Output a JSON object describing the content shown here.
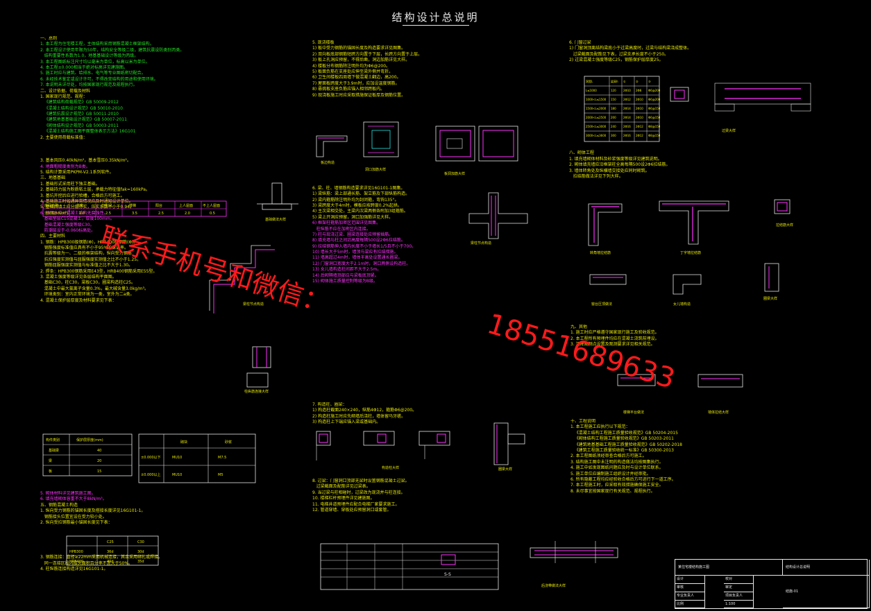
{
  "drawing": {
    "title": "结构设计总说明",
    "watermark_line1": "联系手机号和微信：",
    "watermark_line2": "18551689633"
  },
  "colors": {
    "background": "#000000",
    "text_yellow": "#e8e800",
    "text_green": "#22e022",
    "text_magenta": "#ff30ff",
    "line_cyan": "#28e8e8",
    "watermark_red": "#ff1a1a"
  },
  "columns": {
    "left": [
      {
        "t": "一、总则",
        "c": "y"
      },
      {
        "t": "1. 本工程为住宅楼工程，主体结构采用钢筋混凝土框架结构。",
        "c": "g"
      },
      {
        "t": "2. 本工程设计使用年限为50年，结构安全等级二级，建筑抗震设防类别丙类。",
        "c": "g"
      },
      {
        "t": "   结构重要性系数为1.0，地基基础设计等级为丙级。",
        "c": "g"
      },
      {
        "t": "3. 本工程图纸标注尺寸均以毫米为单位，标高以米为单位。",
        "c": "g"
      },
      {
        "t": "4. 本工程±0.000相当于绝对标高详见建施图。",
        "c": "g"
      },
      {
        "t": "5. 施工时应与建筑、给排水、电气等专业图纸密切配合。",
        "c": "g"
      },
      {
        "t": "6. 未经技术鉴定或设计许可，不得改变结构的用途和使用环境。",
        "c": "g"
      },
      {
        "t": "7. 本说明未详尽处，均按国家现行规范及规程执行。",
        "c": "g"
      },
      {
        "t": "二、设计依据、荷载及材料",
        "c": "y"
      },
      {
        "t": "1. 国家现行规范、规程：",
        "c": "y"
      },
      {
        "t": "   《建筑结构荷载规范》GB 50009-2012",
        "c": "g"
      },
      {
        "t": "   《混凝土结构设计规范》GB 50010-2010",
        "c": "g"
      },
      {
        "t": "   《建筑抗震设计规范》GB 50011-2010",
        "c": "g"
      },
      {
        "t": "   《建筑地基基础设计规范》GB 50007-2011",
        "c": "g"
      },
      {
        "t": "   《砌体结构设计规范》GB 50003-2011",
        "c": "g"
      },
      {
        "t": "   《混凝土结构施工图平面整体表示方法》16G101",
        "c": "g"
      },
      {
        "t": "2. 主要使用荷载标准值：",
        "c": "y"
      },
      {
        "t": "",
        "c": "y"
      },
      {
        "t": "",
        "c": "y"
      },
      {
        "t": "",
        "c": "y"
      },
      {
        "t": "3. 基本风压0.40kN/m²，基本雪压0.35kN/m²。",
        "c": "y"
      },
      {
        "t": "4. 地面粗糙度类别为B类。",
        "c": "m"
      },
      {
        "t": "5. 结构计算采用PKPM-V2.1系列软件。",
        "c": "y"
      },
      {
        "t": "三、地基基础",
        "c": "y"
      },
      {
        "t": "1. 基础形式采用柱下独立基础。",
        "c": "y"
      },
      {
        "t": "2. 基础持力层为粉质粘土层，承载力特征值fak=160kPa。",
        "c": "y"
      },
      {
        "t": "3. 基坑开挖后应进行验槽，合格后方可施工。",
        "c": "y"
      },
      {
        "t": "4. 基础施工时如遇异常情况应及时通知设计单位。",
        "c": "y"
      },
      {
        "t": "5. 基础回填土应分层夯实，压实系数不小于0.94。",
        "c": "y"
      },
      {
        "t": "6. 地下水位对混凝土结构无腐蚀性。",
        "c": "m"
      },
      {
        "t": "   基础垫层C15混凝土，厚度100mm。",
        "c": "m"
      },
      {
        "t": "   基础混凝土强度等级C30。",
        "c": "m"
      },
      {
        "t": "   防潮层设于-0.060标高处。",
        "c": "m"
      },
      {
        "t": "四、主要材料",
        "c": "y"
      },
      {
        "t": "1. 钢筋：HPB300级钢筋(Φ)，HRB400级钢筋(Φ)。",
        "c": "y"
      },
      {
        "t": "   钢筋强度标准值应具有不小于95%的保证率。",
        "c": "y"
      },
      {
        "t": "   抗震等级为一、二级的框架结构，纵向受力钢筋",
        "c": "y"
      },
      {
        "t": "   抗拉强度实测值与屈服强度实测值之比不小于1.25。",
        "c": "y"
      },
      {
        "t": "   钢筋屈服强度实测值与标准值之比不大于1.30。",
        "c": "y"
      },
      {
        "t": "2. 焊条：HPB300钢筋采用E43型，HRB400钢筋采用E55型。",
        "c": "y"
      },
      {
        "t": "3. 混凝土强度等级详见各层结构平面图。",
        "c": "y"
      },
      {
        "t": "   基础C30，柱C30，梁板C30，圈梁构造柱C25。",
        "c": "y"
      },
      {
        "t": "   混凝土中最大氯离子含量0.3%，最大碱含量3.0kg/m³。",
        "c": "y"
      },
      {
        "t": "   环境类别：室内正常环境为一类，室外为二a类。",
        "c": "y"
      },
      {
        "t": "4. 混凝土保护层厚度及材料要求见下表：",
        "c": "y"
      }
    ],
    "left_lower": [
      {
        "t": "5. 砌体材料详见建筑施工图。",
        "c": "m"
      },
      {
        "t": "6. 填充墙砌体容重不大于8kN/m³。",
        "c": "m"
      },
      {
        "t": "五、钢筋混凝土构造",
        "c": "y"
      },
      {
        "t": "1. 纵向受力钢筋的锚固长度及搭接长度详见16G101-1。",
        "c": "y"
      },
      {
        "t": "   钢筋接头位置宜设在受力较小处。",
        "c": "y"
      },
      {
        "t": "2. 纵向受拉钢筋最小锚固长度见下表：",
        "c": "y"
      },
      {
        "t": "",
        "c": "y"
      },
      {
        "t": "",
        "c": "y"
      },
      {
        "t": "",
        "c": "y"
      },
      {
        "t": "",
        "c": "y"
      },
      {
        "t": "",
        "c": "y"
      },
      {
        "t": "3. 钢筋连接：直径≥22mm采用机械连接，其余采用绑扎或焊接。",
        "c": "y"
      },
      {
        "t": "   同一连接区段内接头面积百分率不宜大于50%。",
        "c": "y"
      },
      {
        "t": "4. 柱纵筋连接构造详见16G101-1。",
        "c": "y"
      }
    ],
    "middle": [
      {
        "t": "5. 现浇楼板",
        "c": "y"
      },
      {
        "t": "1) 板中受力钢筋的锚固长度及构造要求详见图集。",
        "c": "y"
      },
      {
        "t": "2) 双向板底部钢筋短跨方向置于下层，长跨方向置于上层。",
        "c": "y"
      },
      {
        "t": "3) 板上孔洞应预留，不得后凿，洞边加筋详见大样。",
        "c": "y"
      },
      {
        "t": "4) 楼板分布钢筋除注明外均为Φ6@200。",
        "c": "y"
      },
      {
        "t": "5) 板面负筋在支座处应伸至梁外侧并弯折。",
        "c": "y"
      },
      {
        "t": "6) 卫生间楼板四周墙下做混凝土翻边，高200。",
        "c": "y"
      },
      {
        "t": "7) 屋面板跨度大于3.9m时，应加设温度钢筋。",
        "c": "y"
      },
      {
        "t": "8) 悬挑板支座负筋应锚入相邻跨板内。",
        "c": "y"
      },
      {
        "t": "9) 现浇板施工时应采取措施保证板厚及钢筋位置。",
        "c": "y"
      },
      {
        "t": "",
        "c": "y"
      },
      {
        "t": "",
        "c": "y"
      },
      {
        "t": "",
        "c": "y"
      },
      {
        "t": "",
        "c": "y"
      },
      {
        "t": "",
        "c": "y"
      },
      {
        "t": "",
        "c": "y"
      },
      {
        "t": "",
        "c": "y"
      },
      {
        "t": "",
        "c": "y"
      },
      {
        "t": "",
        "c": "y"
      },
      {
        "t": "",
        "c": "y"
      },
      {
        "t": "",
        "c": "y"
      },
      {
        "t": "",
        "c": "y"
      },
      {
        "t": "",
        "c": "y"
      },
      {
        "t": "",
        "c": "y"
      },
      {
        "t": "",
        "c": "y"
      },
      {
        "t": "6. 梁、柱、墙钢筋构造要求详见16G101-1图集。",
        "c": "y"
      },
      {
        "t": "1) 梁纵筋：梁上部通长筋、架立筋及下部纵筋构造。",
        "c": "y"
      },
      {
        "t": "2) 梁内箍筋除注明外均为封闭箍，弯钩135°。",
        "c": "y"
      },
      {
        "t": "3) 梁跨度大于4m时，模板应按跨度0.2%起拱。",
        "c": "y"
      },
      {
        "t": "4) 主次梁相交处，主梁内次梁两侧各附加3组箍筋。",
        "c": "y"
      },
      {
        "t": "5) 梁上开洞应预留，洞口加强筋详见大样。",
        "c": "y"
      },
      {
        "t": "6) 框架柱箍筋加密区范围详见图集。",
        "c": "m"
      },
      {
        "t": "   柱纵筋不应在加密区内连接。",
        "c": "m"
      },
      {
        "t": "7) 柱与现浇过梁、圈梁连接处应预留插筋。",
        "c": "m"
      },
      {
        "t": "8) 填充墙与柱之间沿高度每隔500设2Φ6拉结筋。",
        "c": "m"
      },
      {
        "t": "9) 拉结钢筋伸入墙内长度不小于墙长1/5且不小于700。",
        "c": "m"
      },
      {
        "t": "10) 墙长大于5m时，墙顶与梁应有拉结措施。",
        "c": "m"
      },
      {
        "t": "11) 墙高超过4m时，墙体半高处设置通长圈梁。",
        "c": "m"
      },
      {
        "t": "12) 门窗洞口宽度大于2.1m时，洞口两侧设构造柱。",
        "c": "m"
      },
      {
        "t": "13) 女儿墙构造柱间距不大于2.5m。",
        "c": "m"
      },
      {
        "t": "14) 后砌隔墙顶部应与梁板底顶紧。",
        "c": "m"
      },
      {
        "t": "15) 砌体施工质量控制等级为B级。",
        "c": "m"
      }
    ],
    "middle_lower": [
      {
        "t": "7. 构造柱、圈梁：",
        "c": "y"
      },
      {
        "t": "1) 构造柱截面240×240，纵筋4Φ12，箍筋Φ6@200。",
        "c": "y"
      },
      {
        "t": "2) 构造柱施工时应先砌墙后浇柱，墙体留马牙槎。",
        "c": "y"
      },
      {
        "t": "3) 构造柱上下端应锚入梁或基础内。",
        "c": "y"
      }
    ],
    "middle_bottom": [
      {
        "t": "8. 过梁：门窗洞口顶部无梁时设置钢筋混凝土过梁。",
        "c": "y"
      },
      {
        "t": "   过梁截面及配筋详见过梁表。",
        "c": "y"
      },
      {
        "t": "9. 当过梁与柱相碰时，过梁改为现浇并与柱连接。",
        "c": "y"
      },
      {
        "t": "10. 楼梯栏杆预埋件详见建施图。",
        "c": "y"
      },
      {
        "t": "11. 电梯井道预埋件应配合电梯厂家要求施工。",
        "c": "y"
      },
      {
        "t": "12. 管道穿墙、穿板处应预留洞口或套管。",
        "c": "y"
      }
    ],
    "right": [
      {
        "t": "6. 门窗过梁",
        "c": "y"
      },
      {
        "t": "1) 门窗洞顶离结构梁底小于过梁高度时，过梁与结构梁浇成整体。",
        "c": "y"
      },
      {
        "t": "   过梁截面及配筋见下表，过梁支承长度不小于250。",
        "c": "y"
      },
      {
        "t": "2) 过梁混凝土强度等级C25，钢筋保护层厚度25。",
        "c": "y"
      },
      {
        "t": "",
        "c": "y"
      },
      {
        "t": "",
        "c": "y"
      },
      {
        "t": "",
        "c": "y"
      },
      {
        "t": "",
        "c": "y"
      },
      {
        "t": "",
        "c": "y"
      },
      {
        "t": "",
        "c": "y"
      },
      {
        "t": "",
        "c": "y"
      },
      {
        "t": "",
        "c": "y"
      },
      {
        "t": "",
        "c": "y"
      },
      {
        "t": "",
        "c": "y"
      },
      {
        "t": "",
        "c": "y"
      },
      {
        "t": "",
        "c": "y"
      },
      {
        "t": "",
        "c": "y"
      },
      {
        "t": "",
        "c": "y"
      },
      {
        "t": "",
        "c": "y"
      },
      {
        "t": "八、砌体工程",
        "c": "y"
      },
      {
        "t": "1. 填充墙砌体材料及砂浆强度等级详见建筑说明。",
        "c": "y"
      },
      {
        "t": "2. 砌体填充墙应沿框架柱全高每隔500设2Φ6拉结筋。",
        "c": "y"
      },
      {
        "t": "3. 墙体转角处及纵横墙交接处应同时砌筑。",
        "c": "y"
      },
      {
        "t": "   拉结筋做法详见下列大样。",
        "c": "y"
      }
    ],
    "right_mid": [
      {
        "t": "九、其他",
        "c": "y"
      },
      {
        "t": "1. 施工时应严格遵守国家现行施工及验收规范。",
        "c": "y"
      },
      {
        "t": "2. 本工程所有预埋件均应在混凝土浇筑前埋设。",
        "c": "y"
      },
      {
        "t": "3. 沉降观测点设置及观测要求详见相关规范。",
        "c": "y"
      }
    ],
    "right_lower": [
      {
        "t": "十、工程说明",
        "c": "y"
      },
      {
        "t": "1. 本工程施工应执行以下规范：",
        "c": "y"
      },
      {
        "t": "   《混凝土结构工程施工质量验收规范》GB 50204-2015",
        "c": "y"
      },
      {
        "t": "   《砌体结构工程施工质量验收规范》GB 50203-2011",
        "c": "y"
      },
      {
        "t": "   《建筑地基基础工程施工质量验收规范》GB 50202-2018",
        "c": "y"
      },
      {
        "t": "   《建筑工程施工质量验收统一标准》GB 50300-2013",
        "c": "y"
      },
      {
        "t": "2. 本工程图纸须经审查合格后方可施工。",
        "c": "y"
      },
      {
        "t": "3. 结构施工图中未注明的构造做法均按图集执行。",
        "c": "y"
      },
      {
        "t": "4. 施工中如发现图纸问题应及时与设计单位联系。",
        "c": "y"
      },
      {
        "t": "5. 施工单位应编制施工组织设计并经审批。",
        "c": "y"
      },
      {
        "t": "6. 所有隐蔽工程均应经验收合格后方可进行下一道工序。",
        "c": "y"
      },
      {
        "t": "7. 本工程施工时，应采取有效措施确保施工安全。",
        "c": "y"
      },
      {
        "t": "8. 未尽事宜按国家现行有关规范、规程执行。",
        "c": "y"
      }
    ]
  },
  "load_table": {
    "header": [
      "房间名称",
      "住宅",
      "卫生间",
      "楼梯",
      "阳台",
      "上人屋面",
      "不上人屋面"
    ],
    "row": [
      "活荷载(kN/m²)",
      "2.0",
      "2.5",
      "3.5",
      "2.5",
      "2.0",
      "0.5"
    ]
  },
  "cover_table": {
    "header": [
      "构件类别",
      "保护层厚度(mm)"
    ],
    "rows": [
      [
        "基础梁",
        "40"
      ],
      [
        "梁",
        "20"
      ],
      [
        "板",
        "15"
      ]
    ]
  },
  "material_table": {
    "header": [
      "",
      "砌块",
      "砂浆"
    ],
    "rows": [
      [
        "±0.000以下",
        "MU10",
        "M7.5"
      ],
      [
        "±0.000以上",
        "MU10",
        "M5"
      ]
    ]
  },
  "anchor_table": {
    "rows": [
      [
        "",
        "C25",
        "C30"
      ],
      [
        "HPB300",
        "36d",
        "30d"
      ],
      [
        "HRB400",
        "40d",
        "35d"
      ]
    ]
  },
  "lintel_table": {
    "header": [
      "洞宽L",
      "梁高h",
      "①",
      "②",
      "③"
    ],
    "rows": [
      [
        "L≤1000",
        "120",
        "2Φ10",
        "2Φ8",
        "Φ6@200"
      ],
      [
        "1000<L≤1500",
        "150",
        "2Φ12",
        "2Φ10",
        "Φ6@200"
      ],
      [
        "1500<L≤2000",
        "180",
        "2Φ14",
        "2Φ10",
        "Φ6@150"
      ],
      [
        "2000<L≤2500",
        "200",
        "2Φ14",
        "2Φ10",
        "Φ6@150"
      ],
      [
        "2500<L≤3000",
        "240",
        "2Φ16",
        "2Φ12",
        "Φ8@150"
      ],
      [
        "3000<L≤3600",
        "300",
        "2Φ16",
        "2Φ12",
        "Φ8@150"
      ]
    ]
  },
  "detail_labels": {
    "d1": "板边构造",
    "d2": "洞口加筋大样",
    "d3": "板洞加筋大样",
    "d4": "基础做法大样",
    "d5": "柱纵筋连接大样",
    "d6": "梁柱节点构造",
    "d7": "构造柱大样",
    "d8": "过梁大样",
    "d9": "拉结筋大样",
    "d10": "转角墙拉结筋",
    "d11": "丁字墙拉结筋",
    "d12": "窗台压顶做法",
    "d13": "女儿墙构造",
    "d14": "圈梁大样",
    "d15": "楼梯平台做法",
    "d16": "墙体拉结大样",
    "d17": "S-S",
    "d18": "后浇带做法大样"
  },
  "title_block": {
    "project": "某住宅楼结构施工图",
    "drawing_name": "结构设计总说明",
    "drawing_no": "结施-01",
    "rows": [
      [
        "设计",
        "校对"
      ],
      [
        "审核",
        "审定"
      ],
      [
        "专业负责人",
        "项目负责人"
      ],
      [
        "比例",
        "1:100"
      ]
    ]
  }
}
